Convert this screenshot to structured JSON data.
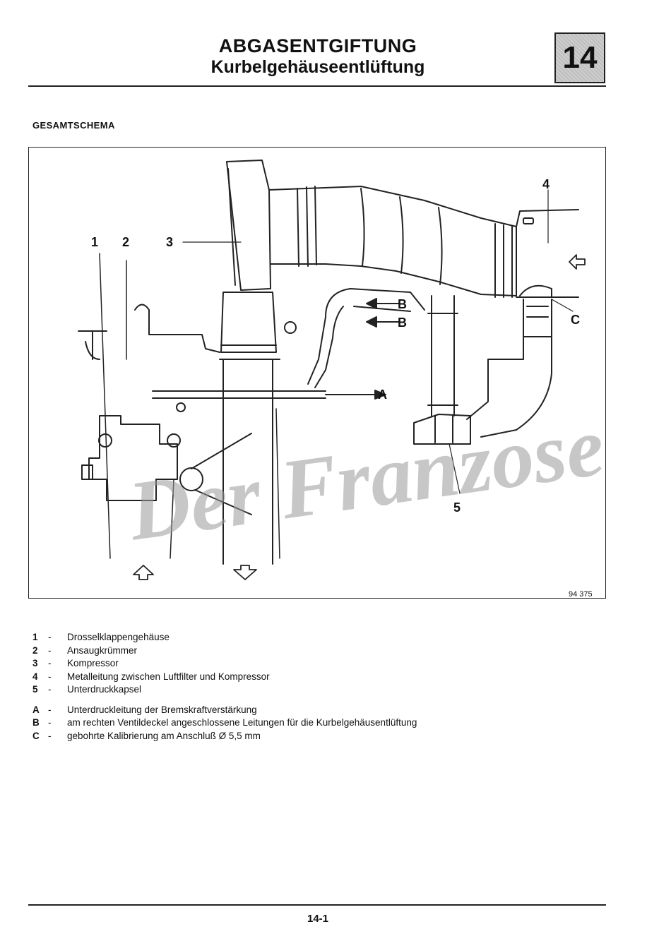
{
  "header": {
    "title_line1": "ABGASENTGIFTUNG",
    "title_line2": "Kurbelgehäuseentlüftung",
    "chapter": "14"
  },
  "section_title": "GESAMTSCHEMA",
  "figure": {
    "labels": {
      "n1": "1",
      "n2": "2",
      "n3": "3",
      "n4": "4",
      "n5": "5",
      "A": "A",
      "B1": "B",
      "B2": "B",
      "C": "C"
    },
    "figure_number": "94 375",
    "watermark": "Der Franzose"
  },
  "legend": {
    "numbered": [
      {
        "key": "1",
        "text": "Drosselklappengehäuse"
      },
      {
        "key": "2",
        "text": "Ansaugkrümmer"
      },
      {
        "key": "3",
        "text": "Kompressor"
      },
      {
        "key": "4",
        "text": "Metalleitung zwischen Luftfilter und Kompressor"
      },
      {
        "key": "5",
        "text": "Unterdruckkapsel"
      }
    ],
    "lettered": [
      {
        "key": "A",
        "text": "Unterdruckleitung der Bremskraftverstärkung"
      },
      {
        "key": "B",
        "text": "am rechten Ventildeckel angeschlossene Leitungen für die Kurbelgehäusentlüftung"
      },
      {
        "key": "C",
        "text": "gebohrte Kalibrierung am Anschluß Ø 5,5 mm"
      }
    ],
    "separator": "-"
  },
  "footer": {
    "page": "14-1"
  }
}
